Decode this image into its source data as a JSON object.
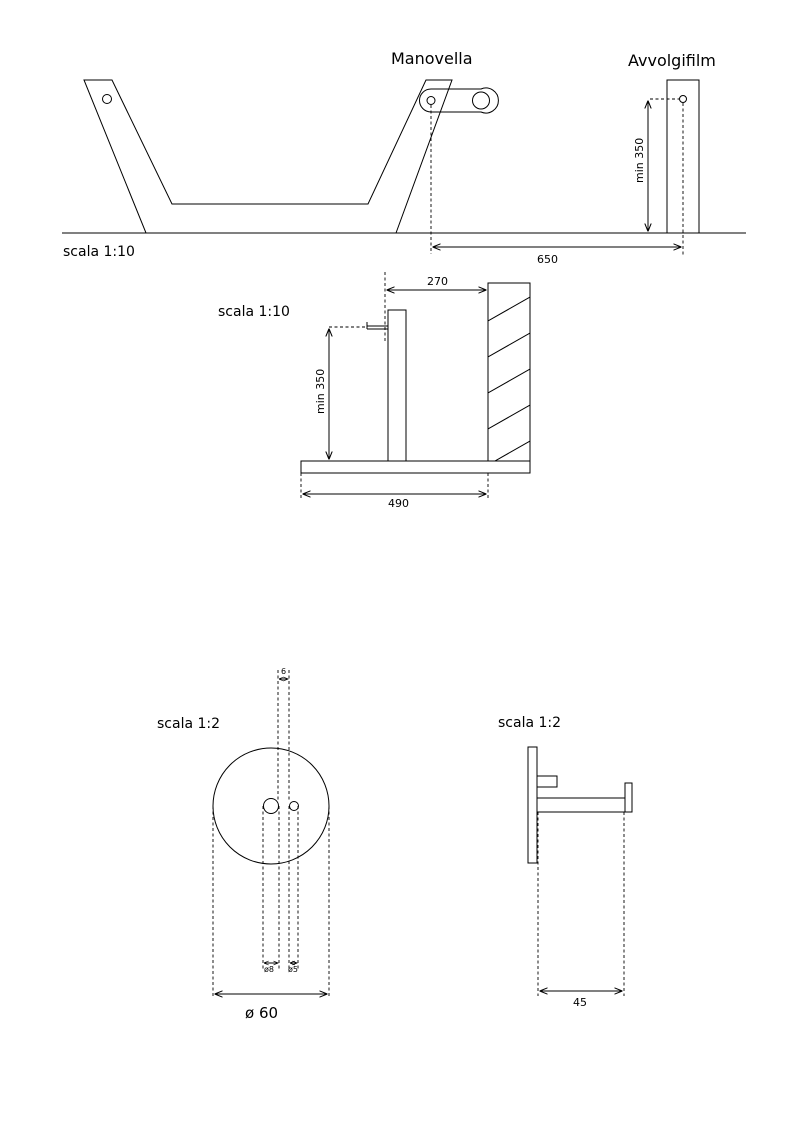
{
  "side_view": {
    "label_manovella": "Manovella",
    "label_avvolgifilm": "Avvolgifilm",
    "scale": "scala 1:10",
    "dim_min350": "min 350",
    "dim_650": "650"
  },
  "front_view": {
    "scale": "scala 1:10",
    "dim_270": "270",
    "dim_min350": "min 350",
    "dim_490": "490"
  },
  "disc_view": {
    "scale": "scala 1:2",
    "dim_6": "6",
    "dim_d8": "ø8",
    "dim_d5": "ø5",
    "dim_d60": "ø 60"
  },
  "crank_side_view": {
    "scale": "scala 1:2",
    "dim_45": "45"
  },
  "colors": {
    "line": "#000000",
    "background": "#ffffff"
  }
}
